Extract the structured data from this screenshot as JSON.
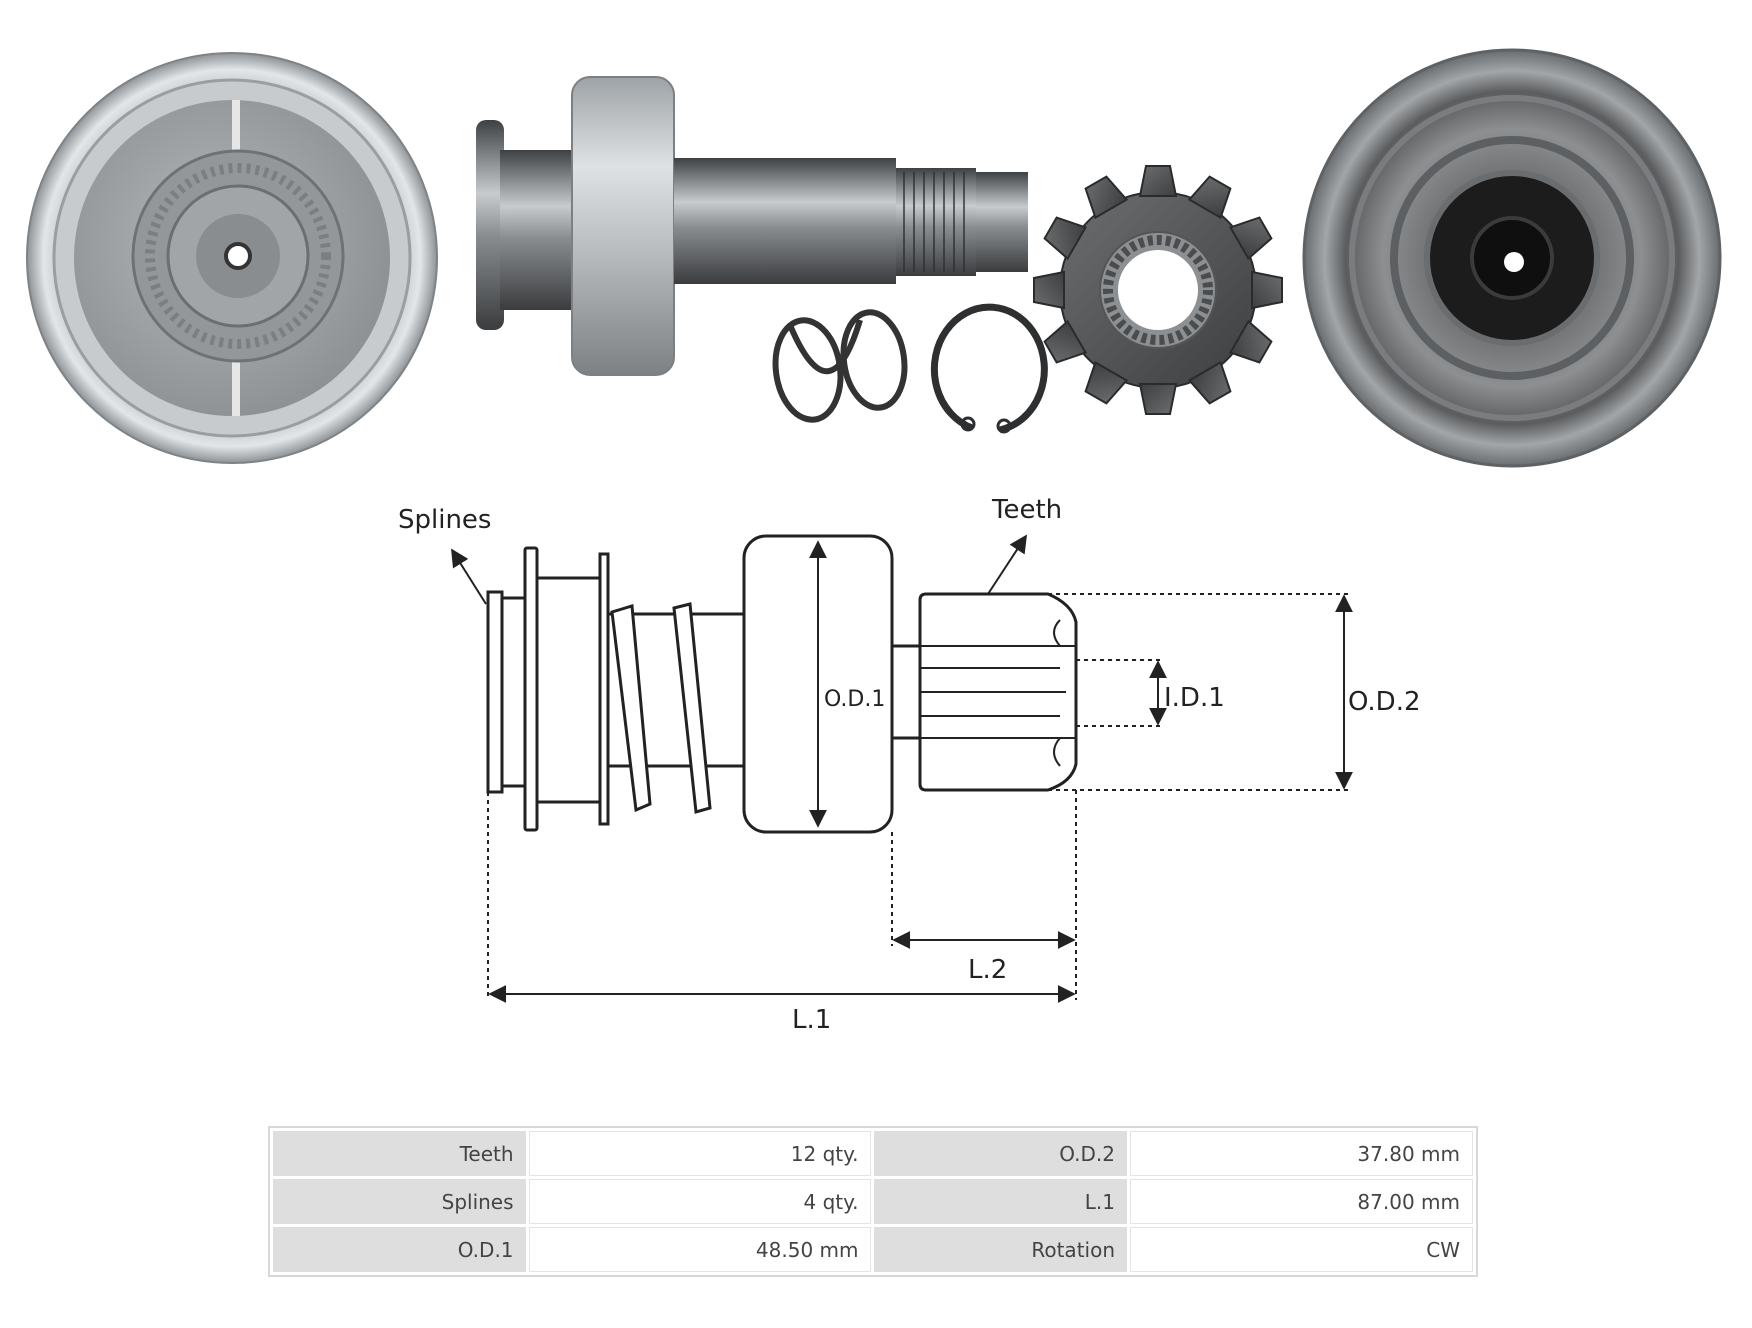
{
  "photos": {
    "items": [
      "drive-front-photo",
      "drive-side-photo",
      "spring-photo",
      "retaining-ring-photo",
      "pinion-gear-photo",
      "drive-rear-photo"
    ]
  },
  "diagram": {
    "labels": {
      "splines": "Splines",
      "teeth": "Teeth",
      "od1": "O.D.1",
      "id1": "I.D.1",
      "od2": "O.D.2",
      "l2": "L.2",
      "l1": "L.1"
    }
  },
  "specs": {
    "rows": [
      [
        {
          "label": "Teeth",
          "value": "12 qty."
        },
        {
          "label": "O.D.2",
          "value": "37.80 mm"
        }
      ],
      [
        {
          "label": "Splines",
          "value": "4 qty."
        },
        {
          "label": "L.1",
          "value": "87.00 mm"
        }
      ],
      [
        {
          "label": "O.D.1",
          "value": "48.50 mm"
        },
        {
          "label": "Rotation",
          "value": "CW"
        }
      ]
    ]
  },
  "colors": {
    "metal_light": "#c9ccce",
    "metal_dark": "#55585a",
    "ink": "#222222"
  }
}
